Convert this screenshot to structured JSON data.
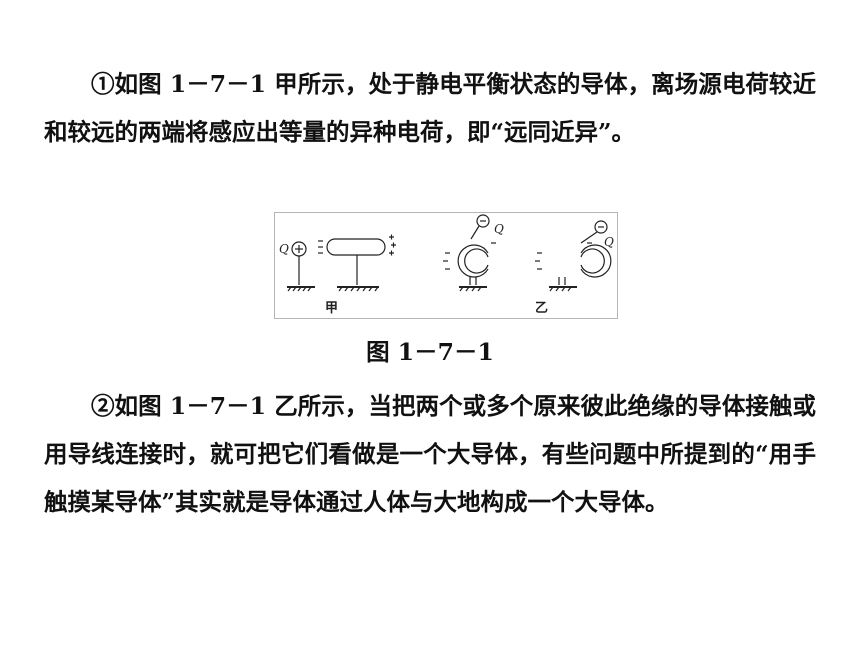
{
  "paragraph_1": "①如图 1－7－1 甲所示，处于静电平衡状态的导体，离场源电荷较近和较远的两端将感应出等量的异种电荷，即“远同近异”。",
  "figure": {
    "charge_label": "Q",
    "label_a": "甲",
    "label_b": "乙",
    "caption": "图 1－7－1"
  },
  "paragraph_2": "②如图 1－7－1 乙所示，当把两个或多个原来彼此绝缘的导体接触或用导线连接时，就可把它们看做是一个大导体，有些问题中所提到的“用手触摸某导体”其实就是导体通过人体与大地构成一个大导体。"
}
